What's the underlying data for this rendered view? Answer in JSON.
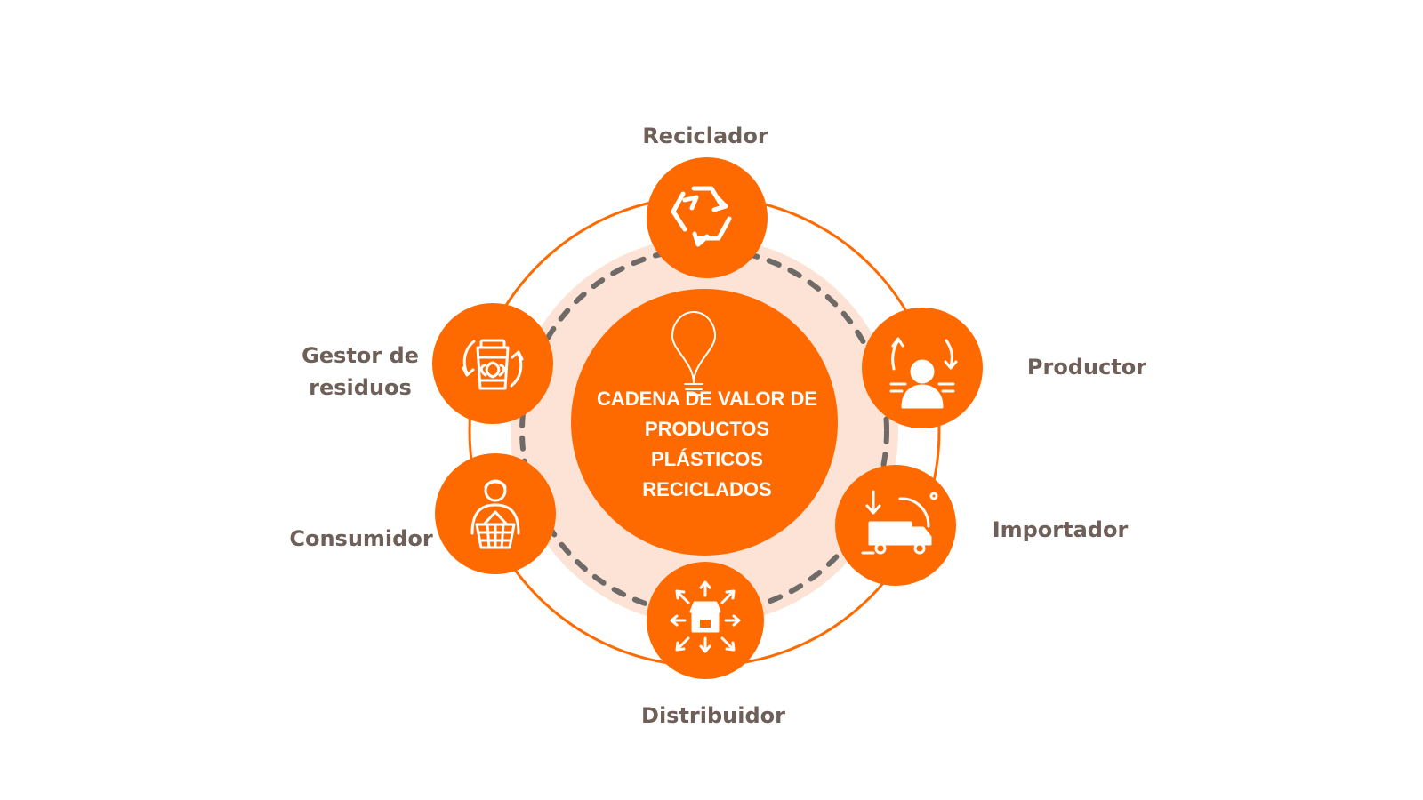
{
  "colors": {
    "accent": "#ff6a00",
    "halo": "#fde3d5",
    "dash": "#6e6a68",
    "label": "#6e5f58",
    "icon": "#ffffff"
  },
  "center": {
    "icon": "lightbulb-icon",
    "title_lines": [
      "CADENA DE VALOR DE",
      "PRODUCTOS",
      "PLÁSTICOS",
      "RECICLADOS"
    ]
  },
  "nodes": [
    {
      "id": "reciclador",
      "icon": "recycle-icon",
      "label_lines": [
        "Reciclador"
      ]
    },
    {
      "id": "productor",
      "icon": "producer-icon",
      "label_lines": [
        "Productor"
      ]
    },
    {
      "id": "importador",
      "icon": "import-truck-icon",
      "label_lines": [
        "Importador"
      ]
    },
    {
      "id": "distribuidor",
      "icon": "distribution-store-icon",
      "label_lines": [
        "Distribuidor"
      ]
    },
    {
      "id": "consumidor",
      "icon": "consumer-basket-icon",
      "label_lines": [
        "Consumidor"
      ]
    },
    {
      "id": "gestor",
      "icon": "waste-bin-icon",
      "label_lines": [
        "Gestor de",
        "residuos"
      ]
    }
  ]
}
